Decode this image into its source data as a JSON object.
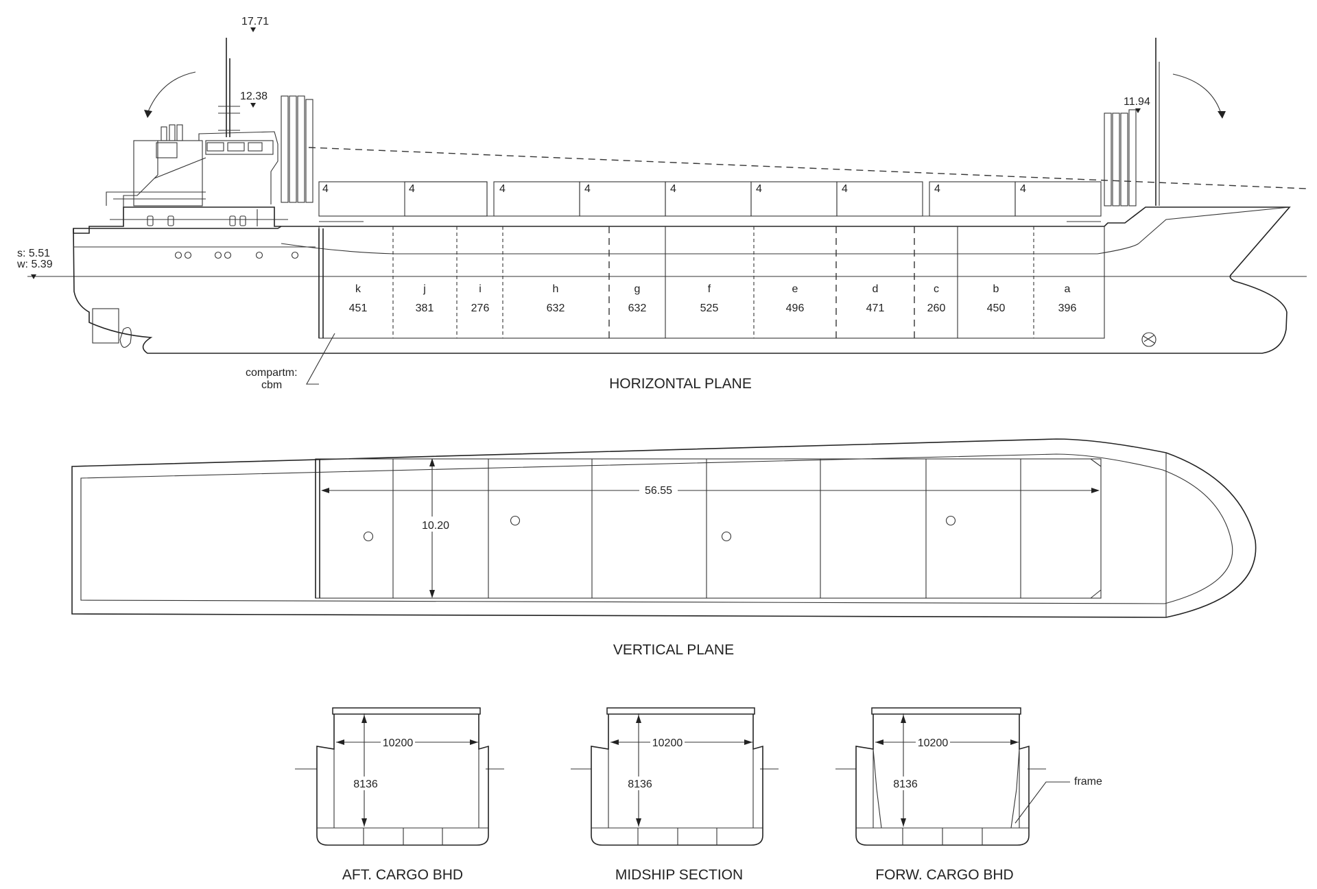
{
  "heights": {
    "mast_top": "17.71",
    "wheelhouse": "12.38",
    "fwd_mast": "11.94"
  },
  "draughts": {
    "summer": "s:  5.51",
    "winter": "w: 5.39"
  },
  "compartment_note": {
    "line1": "compartm:",
    "line2": "cbm"
  },
  "stack_labels": [
    "4",
    "4",
    "4",
    "4",
    "4",
    "4",
    "4",
    "4",
    "4"
  ],
  "compartments": [
    {
      "id": "k",
      "cbm": "451"
    },
    {
      "id": "j",
      "cbm": "381"
    },
    {
      "id": "i",
      "cbm": "276"
    },
    {
      "id": "h",
      "cbm": "632"
    },
    {
      "id": "g",
      "cbm": "632"
    },
    {
      "id": "f",
      "cbm": "525"
    },
    {
      "id": "e",
      "cbm": "496"
    },
    {
      "id": "d",
      "cbm": "471"
    },
    {
      "id": "c",
      "cbm": "260"
    },
    {
      "id": "b",
      "cbm": "450"
    },
    {
      "id": "a",
      "cbm": "396"
    }
  ],
  "titles": {
    "horizontal": "HORIZONTAL PLANE",
    "vertical": "VERTICAL PLANE",
    "aft": "AFT. CARGO BHD",
    "midship": "MIDSHIP SECTION",
    "forw": "FORW. CARGO BHD"
  },
  "plan_dims": {
    "length": "56.55",
    "width": "10.20"
  },
  "section_dims": {
    "width": "10200",
    "height": "8136"
  },
  "frame_label": "frame"
}
